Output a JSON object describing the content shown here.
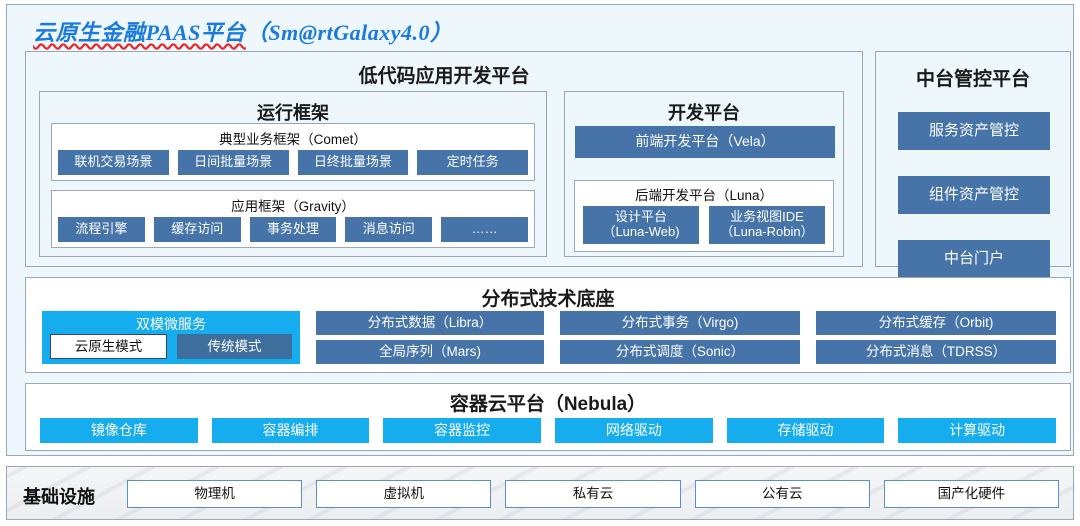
{
  "platform": {
    "title_zh": "云原生金融PAAS平台",
    "title_en": "（Sm@rtGalaxy4.0）"
  },
  "lowcode": {
    "title": "低代码应用开发平台",
    "runtime": {
      "title": "运行框架",
      "comet": {
        "title": "典型业务框架（Comet）",
        "items": [
          "联机交易场景",
          "日间批量场景",
          "日终批量场景",
          "定时任务"
        ]
      },
      "gravity": {
        "title": "应用框架（Gravity）",
        "items": [
          "流程引擎",
          "缓存访问",
          "事务处理",
          "消息访问",
          "……"
        ]
      }
    },
    "devplatform": {
      "title": "开发平台",
      "frontend": "前端开发平台（Vela）",
      "backend": {
        "title": "后端开发平台（Luna）",
        "items": [
          "设计平台\n（Luna-Web)",
          "业务视图IDE\n（Luna-Robin）"
        ]
      }
    }
  },
  "midoffice": {
    "title": "中台管控平台",
    "items": [
      "服务资产管控",
      "组件资产管控",
      "中台门户"
    ]
  },
  "distbase": {
    "title": "分布式技术底座",
    "dualmode": {
      "title": "双模微服务",
      "items": [
        "云原生模式",
        "传统模式"
      ]
    },
    "columns": [
      [
        "分布式数据（Libra）",
        "全局序列（Mars)"
      ],
      [
        "分布式事务（Virgo)",
        "分布式调度（Sonic）"
      ],
      [
        "分布式缓存（Orbit)",
        "分布式消息（TDRSS）"
      ]
    ]
  },
  "container": {
    "title": "容器云平台（Nebula）",
    "items": [
      "镜像仓库",
      "容器编排",
      "容器监控",
      "网络驱动",
      "存储驱动",
      "计算驱动"
    ]
  },
  "infrastructure": {
    "label": "基础设施",
    "items": [
      "物理机",
      "虚拟机",
      "私有云",
      "公有云",
      "国产化硬件"
    ]
  },
  "colors": {
    "accent_blue": "#4674a8",
    "accent_cyan": "#16adef",
    "steel": "#3d6e9c",
    "title_blue": "#1a7ae0",
    "frame": "#9aa7b4",
    "page_bg": "#eef7fc"
  }
}
